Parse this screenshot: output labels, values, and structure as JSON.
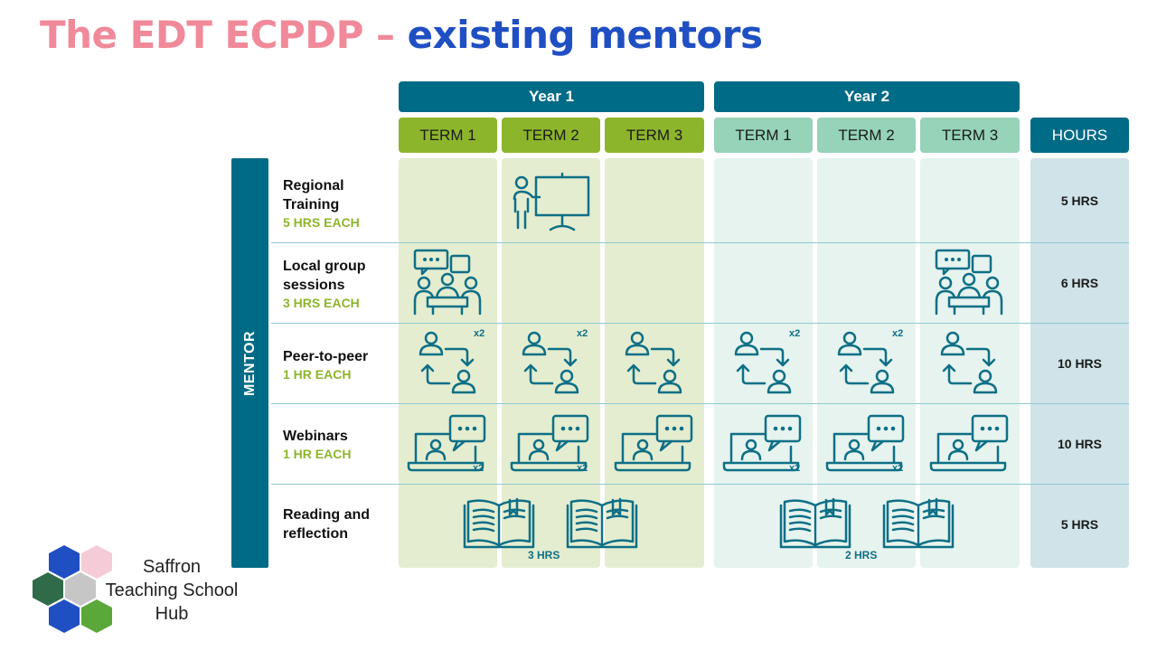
{
  "title": {
    "part1": "The EDT ECPDP – ",
    "part2": "existing mentors"
  },
  "years": [
    "Year 1",
    "Year 2"
  ],
  "terms": [
    "TERM 1",
    "TERM 2",
    "TERM 3",
    "TERM 1",
    "TERM 2",
    "TERM 3"
  ],
  "hours_header": "HOURS",
  "side_label": "MENTOR",
  "rows": [
    {
      "name_line1": "Regional",
      "name_line2": "Training",
      "sub": "5 HRS EACH",
      "hours": "5 HRS"
    },
    {
      "name_line1": "Local group",
      "name_line2": "sessions",
      "sub": "3 HRS EACH",
      "hours": "6 HRS"
    },
    {
      "name_line1": "Peer-to-peer",
      "name_line2": "",
      "sub": "1 HR EACH",
      "hours": "10 HRS"
    },
    {
      "name_line1": "Webinars",
      "name_line2": "",
      "sub": "1 HR EACH",
      "hours": "10 HRS"
    },
    {
      "name_line1": "Reading and",
      "name_line2": "reflection",
      "sub": "",
      "hours": "5 HRS"
    }
  ],
  "multiplier": "x2",
  "reading_hours": {
    "year1": "3 HRS",
    "year2": "2 HRS"
  },
  "logo": {
    "line1": "Saffron",
    "line2": "Teaching School",
    "line3": "Hub"
  },
  "colors": {
    "title_pink": "#f08a9a",
    "title_blue": "#1f4fc2",
    "header_teal": "#006b86",
    "term_y1": "#8db52b",
    "term_y2": "#96d3b8",
    "icon": "#0e6f86"
  }
}
